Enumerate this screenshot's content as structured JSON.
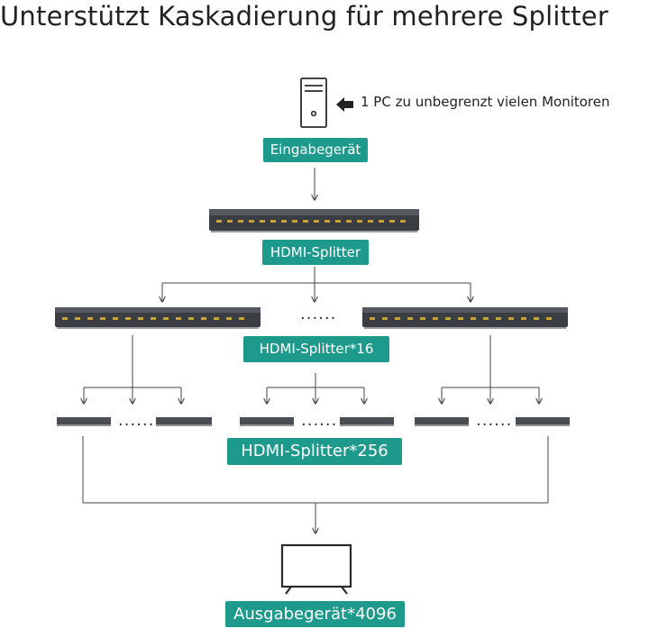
{
  "title": "Unterstützt Kaskadierung für mehrere Splitter",
  "pc_note": "1 PC zu unbegrenzt vielen Monitoren",
  "labels": {
    "input": "Eingabegerät",
    "splitter_1": "HDMI-Splitter",
    "splitter_16": "HDMI-Splitter*16",
    "splitter_256": "HDMI-Splitter*256",
    "output": "Ausgabegerät*4096"
  },
  "ellipsis": "......",
  "colors": {
    "label_bg": "#1e9a8c",
    "splitter_body": "#3a3d42",
    "line": "#444444"
  },
  "icons": [
    "pc-tower-icon",
    "arrow-left-icon",
    "monitor-icon",
    "splitter-device-icon"
  ]
}
